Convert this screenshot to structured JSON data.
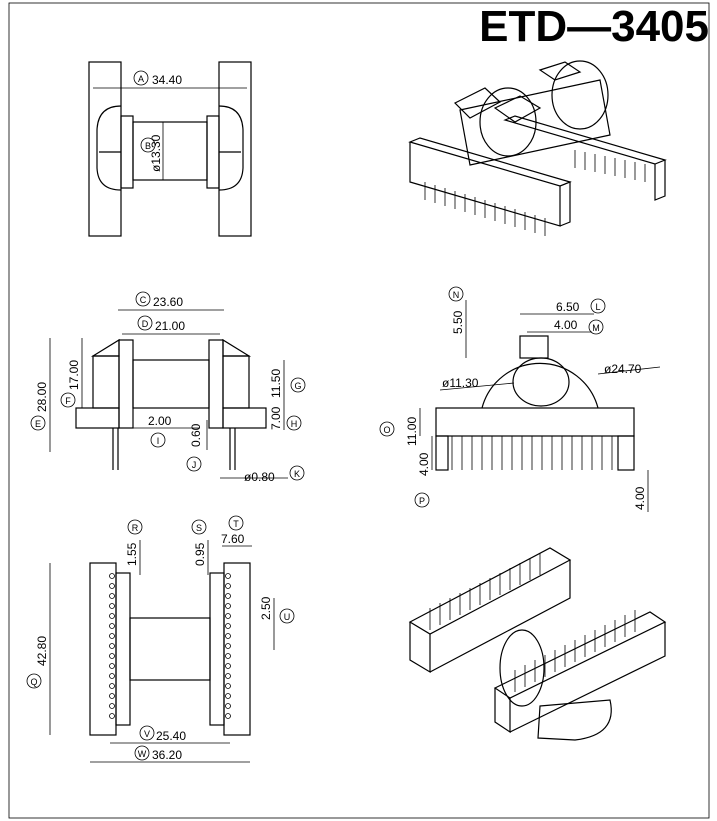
{
  "title": "ETD—3405",
  "views": {
    "top": {
      "dims": [
        {
          "letter": "A",
          "value": "34.40"
        },
        {
          "letter": "B",
          "value": "ø13.30"
        }
      ]
    },
    "front": {
      "dims": [
        {
          "letter": "C",
          "value": "23.60"
        },
        {
          "letter": "D",
          "value": "21.00"
        },
        {
          "letter": "E",
          "value": "28.00"
        },
        {
          "letter": "F",
          "value": "17.00"
        },
        {
          "letter": "G",
          "value": "11.50"
        },
        {
          "letter": "H",
          "value": "7.00"
        },
        {
          "letter": "I",
          "value": "2.00"
        },
        {
          "letter": "J",
          "value": "0.60"
        },
        {
          "letter": "K",
          "value": "ø0.80"
        }
      ]
    },
    "side": {
      "dims": [
        {
          "letter": "N",
          "value": "5.50"
        },
        {
          "letter": "L",
          "value": "6.50"
        },
        {
          "letter": "M",
          "value": "4.00"
        },
        {
          "letter": "",
          "value": "ø11.30"
        },
        {
          "letter": "",
          "value": "ø24.70"
        },
        {
          "letter": "O",
          "value": "11.00"
        },
        {
          "letter": "P",
          "value": "4.00"
        },
        {
          "letter": "",
          "value": "4.00"
        }
      ]
    },
    "bottom": {
      "dims": [
        {
          "letter": "R",
          "value": "1.55"
        },
        {
          "letter": "S",
          "value": "0.95"
        },
        {
          "letter": "T",
          "value": "7.60"
        },
        {
          "letter": "U",
          "value": "2.50"
        },
        {
          "letter": "Q",
          "value": "42.80"
        },
        {
          "letter": "V",
          "value": "25.40"
        },
        {
          "letter": "W",
          "value": "36.20"
        }
      ]
    }
  }
}
